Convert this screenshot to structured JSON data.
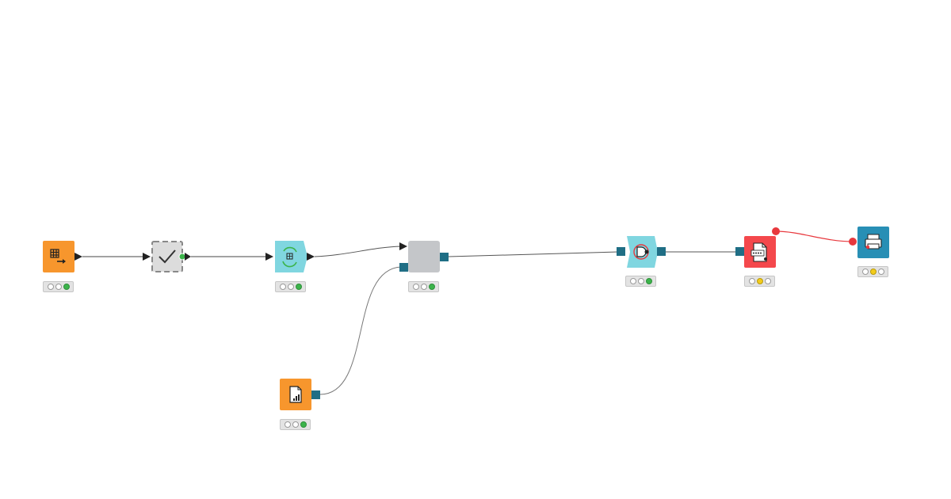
{
  "workflow": {
    "nodes": [
      {
        "id": "table-creator",
        "icon": "table-arrow-icon",
        "color": "#f7962d",
        "status": [
          "off",
          "off",
          "green"
        ]
      },
      {
        "id": "validator",
        "icon": "checkmark-icon",
        "color": "#d9d9d9",
        "status": []
      },
      {
        "id": "table-updater",
        "icon": "table-refresh-icon",
        "color": "#80d6e0",
        "status": [
          "off",
          "off",
          "green"
        ]
      },
      {
        "id": "component",
        "icon": "",
        "color": "#c4c6c9",
        "status": [
          "off",
          "off",
          "green"
        ]
      },
      {
        "id": "report-reader",
        "icon": "report-file-icon",
        "color": "#f7962d",
        "status": [
          "off",
          "off",
          "green"
        ]
      },
      {
        "id": "document-node",
        "icon": "document-target-icon",
        "color": "#80d6e0",
        "status": [
          "off",
          "off",
          "green"
        ]
      },
      {
        "id": "pdf-writer",
        "icon": "pdf-icon",
        "color": "#f4484c",
        "status": [
          "off",
          "yellow",
          "off"
        ]
      },
      {
        "id": "printer",
        "icon": "printer-icon",
        "color": "#288fb5",
        "status": [
          "off",
          "yellow",
          "off"
        ]
      }
    ]
  }
}
